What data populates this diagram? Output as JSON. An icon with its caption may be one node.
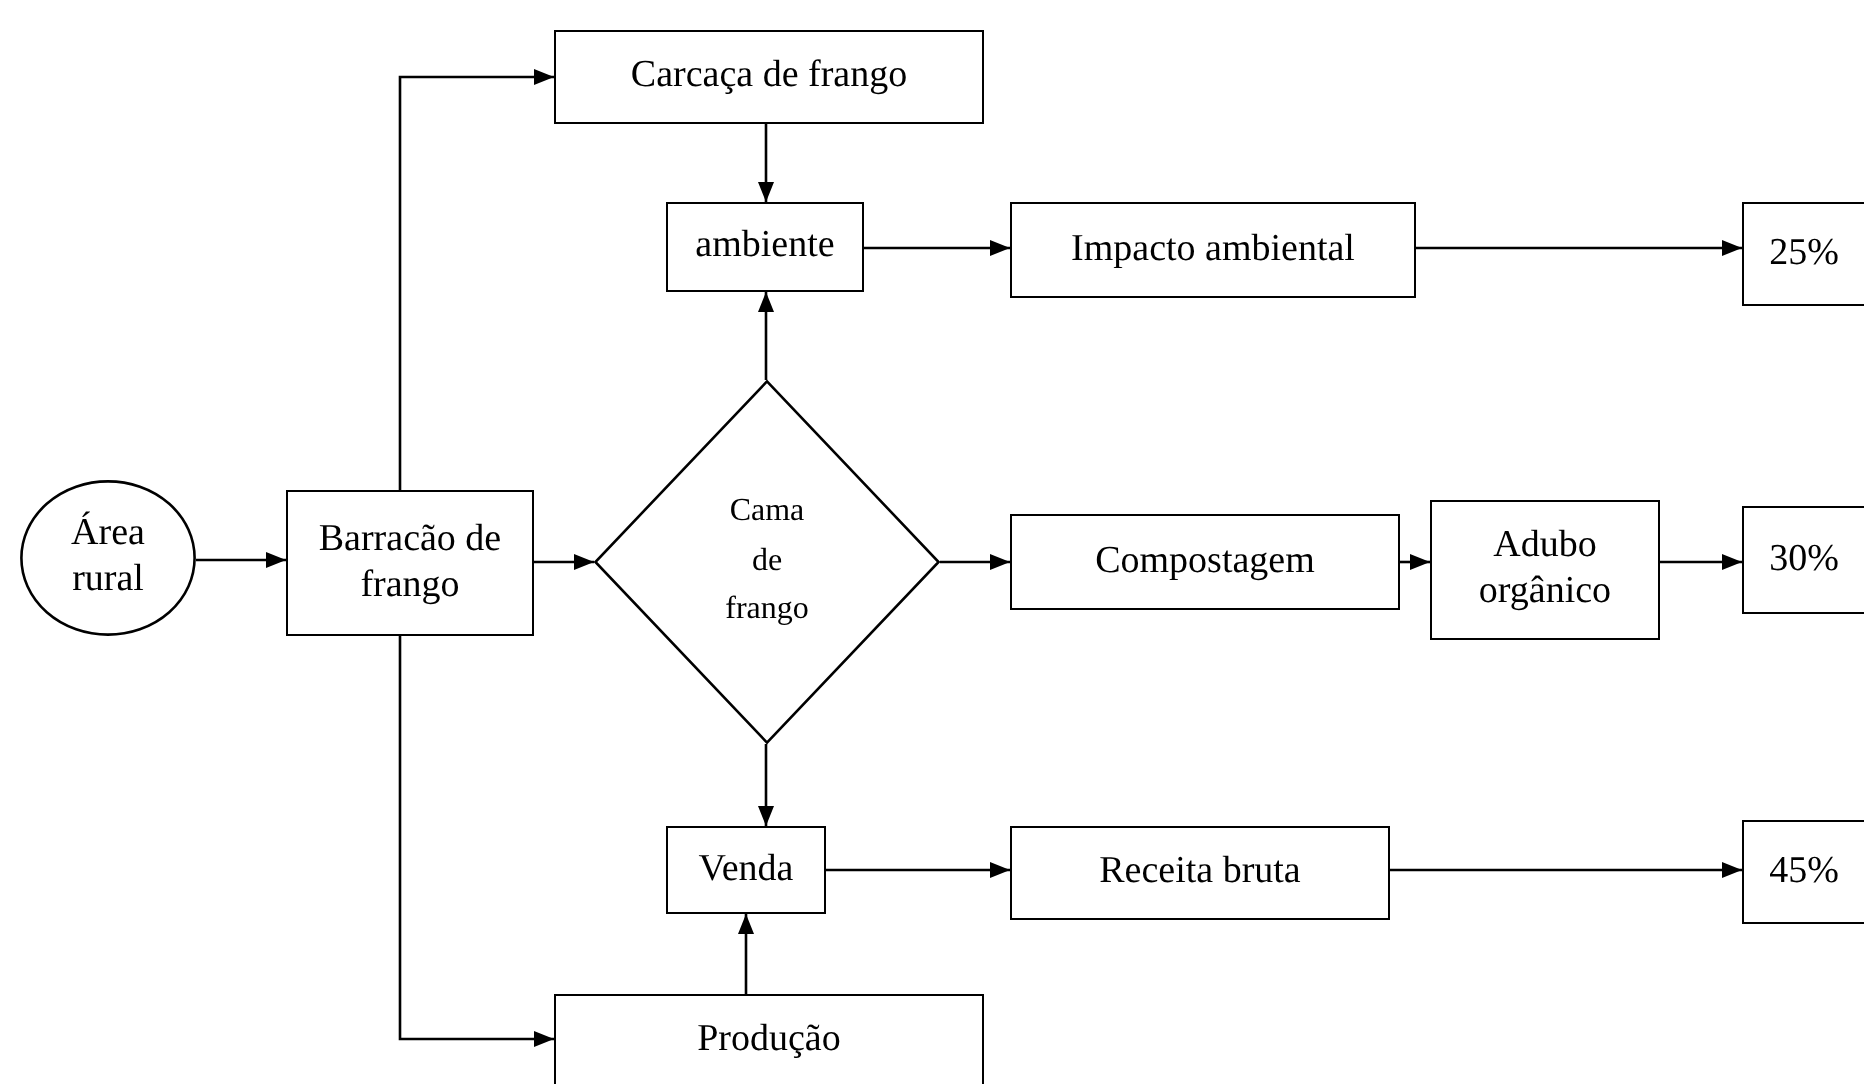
{
  "diagram": {
    "nodes": [
      {
        "text": [
          "Carcaça de frango"
        ]
      },
      {
        "text": [
          "ambiente"
        ]
      },
      {
        "text": [
          "Impacto ambiental"
        ]
      },
      {
        "text": [
          "25%"
        ]
      },
      {
        "text": [
          "Área rural"
        ]
      },
      {
        "text": [
          "Barracão de frango"
        ]
      },
      {
        "text": [
          "Cama de frango"
        ]
      },
      {
        "text": [
          "Compostagem"
        ]
      },
      {
        "text": [
          "Adubo orgânico"
        ]
      },
      {
        "text": [
          "30%"
        ]
      },
      {
        "text": [
          "Venda"
        ]
      },
      {
        "text": [
          "Receita bruta"
        ]
      },
      {
        "text": [
          "45%"
        ]
      },
      {
        "text": [
          "Produção"
        ]
      }
    ],
    "edges": [
      {
        "from": 4,
        "to": 5,
        "arrow": "to"
      },
      {
        "from": 5,
        "to": 0,
        "arrow": "to"
      },
      {
        "from": 5,
        "to": 13,
        "arrow": "to"
      },
      {
        "from": 5,
        "to": 6,
        "arrow": "to"
      },
      {
        "from": 0,
        "to": 1,
        "arrow": "to"
      },
      {
        "from": 6,
        "to": 1,
        "arrow": "to"
      },
      {
        "from": 1,
        "to": 2,
        "arrow": "to"
      },
      {
        "from": 2,
        "to": 3,
        "arrow": "to"
      },
      {
        "from": 6,
        "to": 7,
        "arrow": "to"
      },
      {
        "from": 7,
        "to": 8,
        "arrow": "to"
      },
      {
        "from": 8,
        "to": 9,
        "arrow": "to"
      },
      {
        "from": 6,
        "to": 10,
        "arrow": "to"
      },
      {
        "from": 13,
        "to": 10,
        "arrow": "to"
      },
      {
        "from": 10,
        "to": 11,
        "arrow": "to"
      },
      {
        "from": 11,
        "to": 12,
        "arrow": "to"
      }
    ]
  }
}
